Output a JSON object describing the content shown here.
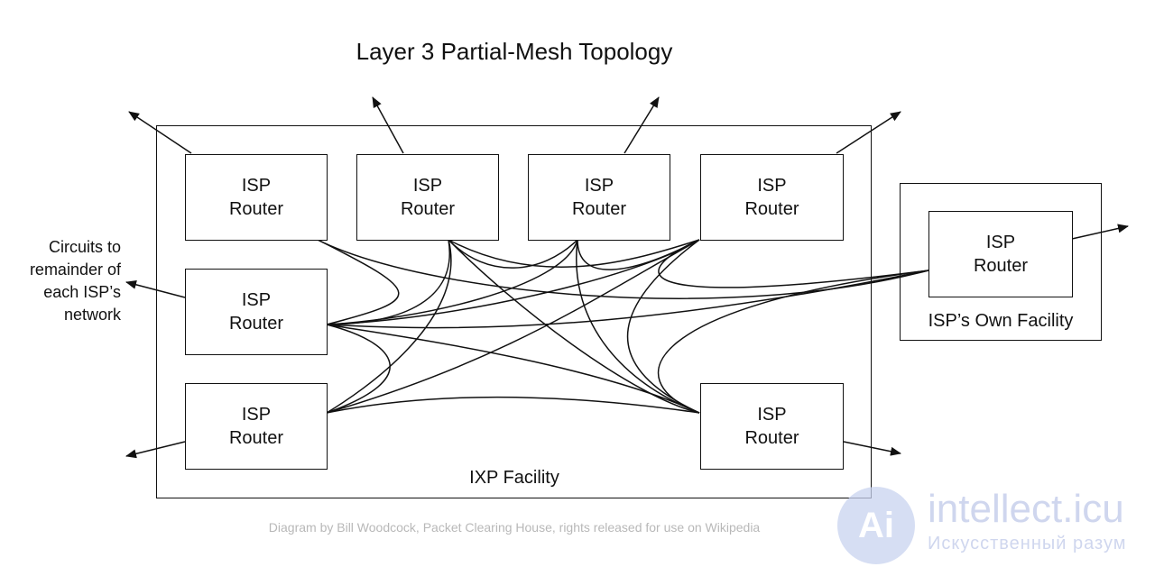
{
  "title": "Layer 3 Partial-Mesh Topology",
  "router": {
    "line1": "ISP",
    "line2": "Router"
  },
  "ixp_facility_label": "IXP Facility",
  "own_facility_label": "ISP’s Own Facility",
  "side_label": "Circuits to remainder of each ISP’s network",
  "credit": "Diagram by Bill Woodcock, Packet Clearing House, rights released for use on Wikipedia",
  "watermark": {
    "logo": "Ai",
    "name": "intellect.icu",
    "sub": "Искусственный разум"
  },
  "colors": {
    "line": "#111111",
    "credit": "#b8b8b8",
    "watermark": "#c7d0ec"
  }
}
